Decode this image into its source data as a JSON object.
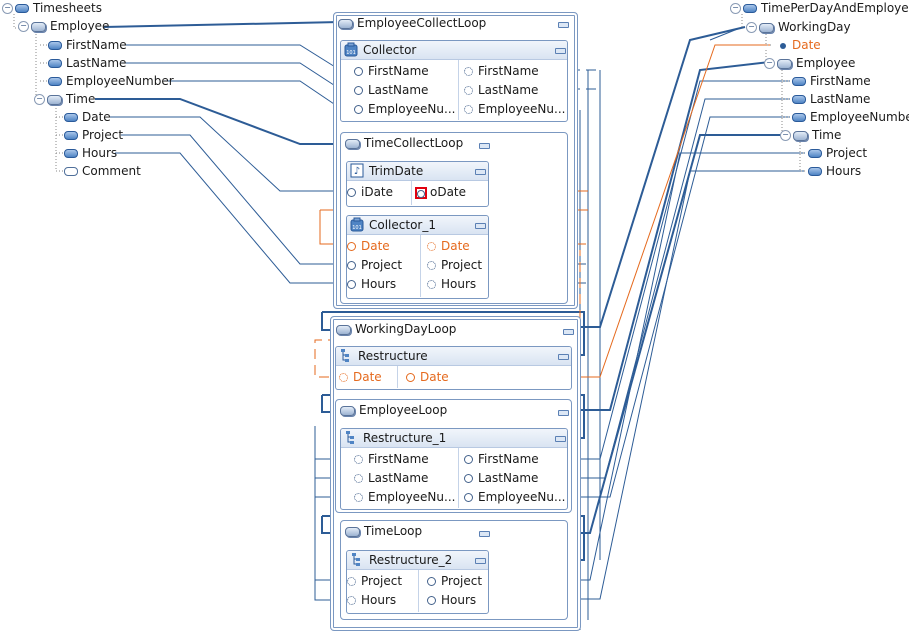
{
  "source_tree": {
    "root": "Timesheets",
    "employee": "Employee",
    "first_name": "FirstName",
    "last_name": "LastName",
    "employee_number": "EmployeeNumber",
    "time": "Time",
    "date": "Date",
    "project": "Project",
    "hours": "Hours",
    "comment": "Comment"
  },
  "target_tree": {
    "root": "TimePerDayAndEmployee",
    "working_day": "WorkingDay",
    "date": "Date",
    "employee": "Employee",
    "first_name": "FirstName",
    "last_name": "LastName",
    "employee_number": "EmployeeNumber",
    "time": "Time",
    "project": "Project",
    "hours": "Hours"
  },
  "loops": {
    "employee_collect": "EmployeeCollectLoop",
    "time_collect": "TimeCollectLoop",
    "working_day": "WorkingDayLoop",
    "employee": "EmployeeLoop",
    "time": "TimeLoop"
  },
  "components": {
    "collector": {
      "title": "Collector",
      "inputs": [
        "FirstName",
        "LastName",
        "EmployeeNu..."
      ],
      "outputs": [
        "FirstName",
        "LastName",
        "EmployeeNu..."
      ]
    },
    "trim_date": {
      "title": "TrimDate",
      "input": "iDate",
      "output": "oDate"
    },
    "collector_1": {
      "title": "Collector_1",
      "inputs": [
        "Date",
        "Project",
        "Hours"
      ],
      "outputs": [
        "Date",
        "Project",
        "Hours"
      ]
    },
    "restructure": {
      "title": "Restructure",
      "input": "Date",
      "output": "Date"
    },
    "restructure_1": {
      "title": "Restructure_1",
      "inputs": [
        "FirstName",
        "LastName",
        "EmployeeNu..."
      ],
      "outputs": [
        "FirstName",
        "LastName",
        "EmployeeNu..."
      ]
    },
    "restructure_2": {
      "title": "Restructure_2",
      "inputs": [
        "Project",
        "Hours"
      ],
      "outputs": [
        "Project",
        "Hours"
      ]
    }
  },
  "colors": {
    "wire": "#2d5c96",
    "highlight": "#e56a1e",
    "selection": "#e1000f"
  },
  "icons": {
    "element": "element-icon",
    "group": "group-icon",
    "loop": "loop-icon",
    "collector": "collector-icon",
    "script": "script-icon",
    "restructure": "restructure-icon"
  }
}
